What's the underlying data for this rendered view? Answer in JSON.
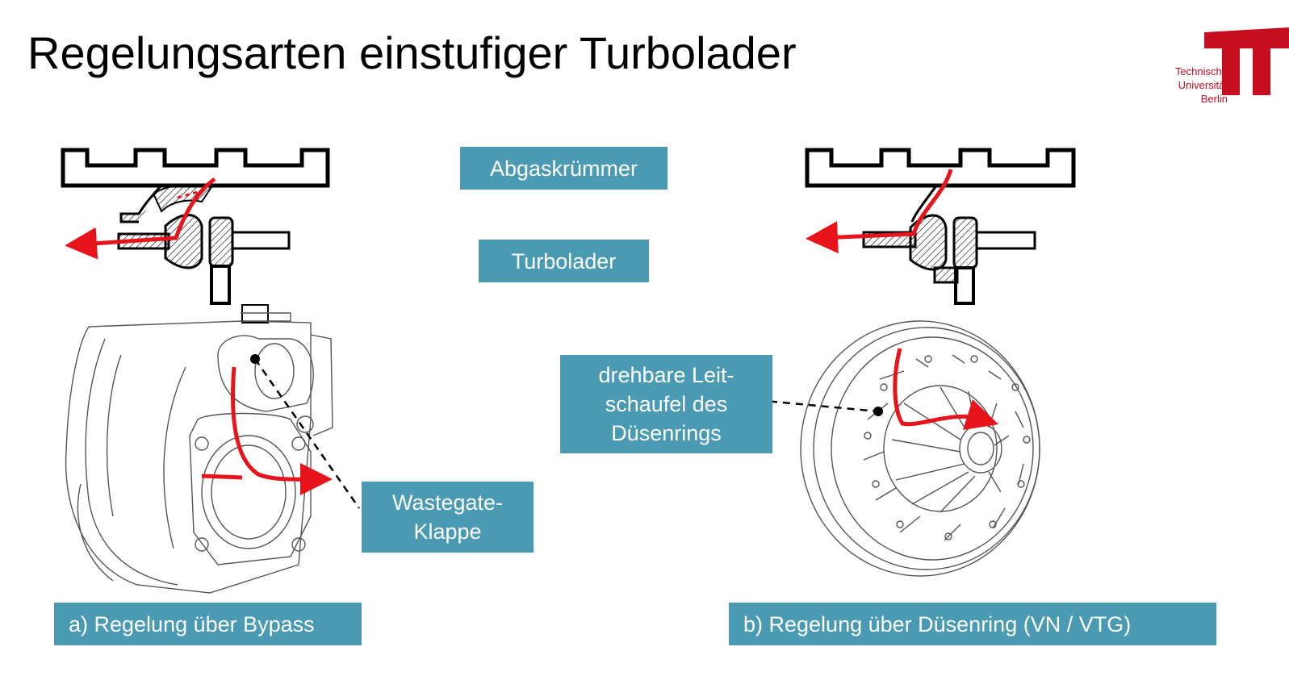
{
  "title": "Regelungsarten einstufiger Turbolader",
  "logo": {
    "line1": "Technische",
    "line2": "Universität",
    "line3": "Berlin",
    "color": "#c50e1f"
  },
  "labels": {
    "exhaust_manifold": "Abgaskrümmer",
    "turbocharger": "Turbolader",
    "wastegate_line1": "Wastegate-",
    "wastegate_line2": "Klappe",
    "vane_line1": "drehbare Leit-",
    "vane_line2": "schaufel des",
    "vane_line3": "Düsenrings"
  },
  "captions": {
    "a": "a) Regelung über Bypass",
    "b": "b) Regelung über Düsenring (VN / VTG)"
  },
  "colors": {
    "label_box": "#4a9ab4",
    "flow_arrow": "#e8141c",
    "outline": "#000000"
  }
}
